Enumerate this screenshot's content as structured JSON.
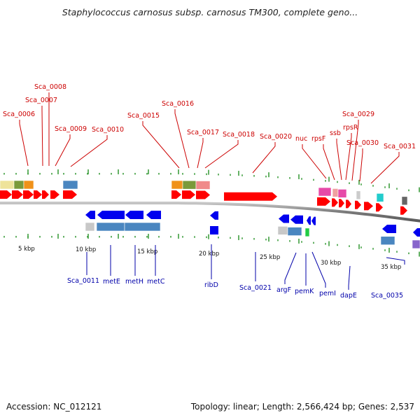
{
  "header": {
    "title": "Staphylococcus carnosus subsp. carnosus TM300, complete geno..."
  },
  "footer": {
    "accession": "Accession: NC_012121",
    "summary": "Topology: linear; Length: 2,566,424 bp; Genes: 2,537"
  },
  "colors": {
    "forward_label": "#cc0000",
    "reverse_label": "#0000aa",
    "forward_gene": "#ff0000",
    "reverse_gene": "#0000ee",
    "tick": "#339933",
    "backbone": "#888888"
  },
  "scale": {
    "unit": "kbp",
    "labels": [
      {
        "text": "5 kbp",
        "kbp": 5
      },
      {
        "text": "10 kbp",
        "kbp": 10
      },
      {
        "text": "15 kbp",
        "kbp": 15
      },
      {
        "text": "20 kbp",
        "kbp": 20
      },
      {
        "text": "25 kbp",
        "kbp": 25
      },
      {
        "text": "30 kbp",
        "kbp": 30
      },
      {
        "text": "35 kbp",
        "kbp": 35
      }
    ]
  },
  "forward_labels": [
    "Sca_0006",
    "Sca_0007",
    "Sca_0008",
    "Sca_0009",
    "Sca_0010",
    "Sca_0015",
    "Sca_0016",
    "Sca_0017",
    "Sca_0018",
    "Sca_0020",
    "nuc",
    "rpsF",
    "ssb",
    "rpsR",
    "Sca_0029",
    "Sca_0030",
    "Sca_0031"
  ],
  "reverse_labels": [
    "Sca_0011",
    "metE",
    "metH",
    "metC",
    "ribD",
    "Sca_0021",
    "argF",
    "pemK",
    "pemI",
    "dapE",
    "Sca_0035"
  ]
}
